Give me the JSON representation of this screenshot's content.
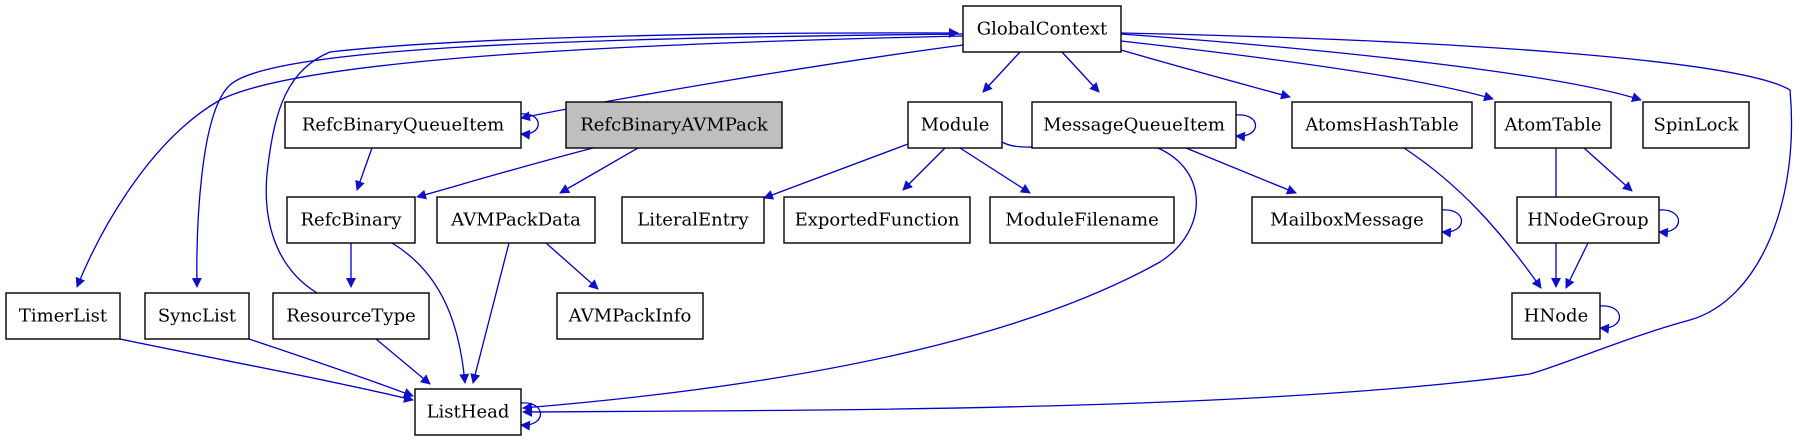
{
  "colors": {
    "edge": "#1010c8",
    "node_fill": "#ffffff",
    "highlight_fill": "#bfbfbf",
    "border": "#000000"
  },
  "nodes": {
    "global_context": "GlobalContext",
    "refc_binary_queue_item": "RefcBinaryQueueItem",
    "refc_binary_avm_pack": "RefcBinaryAVMPack",
    "module": "Module",
    "message_queue_item": "MessageQueueItem",
    "atoms_hash_table": "AtomsHashTable",
    "atom_table": "AtomTable",
    "spin_lock": "SpinLock",
    "refc_binary": "RefcBinary",
    "avm_pack_data": "AVMPackData",
    "literal_entry": "LiteralEntry",
    "exported_function": "ExportedFunction",
    "module_filename": "ModuleFilename",
    "mailbox_message": "MailboxMessage",
    "hnode_group": "HNodeGroup",
    "timer_list": "TimerList",
    "sync_list": "SyncList",
    "resource_type": "ResourceType",
    "avm_pack_info": "AVMPackInfo",
    "hnode": "HNode",
    "list_head": "ListHead"
  },
  "highlighted_node": "refc_binary_avm_pack",
  "edges": [
    [
      "global_context",
      "refc_binary_queue_item"
    ],
    [
      "global_context",
      "module"
    ],
    [
      "global_context",
      "message_queue_item"
    ],
    [
      "global_context",
      "atoms_hash_table"
    ],
    [
      "global_context",
      "atom_table"
    ],
    [
      "global_context",
      "spin_lock"
    ],
    [
      "global_context",
      "timer_list"
    ],
    [
      "global_context",
      "sync_list"
    ],
    [
      "global_context",
      "list_head"
    ],
    [
      "resource_type",
      "global_context"
    ],
    [
      "refc_binary_queue_item",
      "refc_binary_queue_item"
    ],
    [
      "refc_binary_queue_item",
      "refc_binary"
    ],
    [
      "refc_binary_avm_pack",
      "refc_binary"
    ],
    [
      "refc_binary_avm_pack",
      "avm_pack_data"
    ],
    [
      "module",
      "literal_entry"
    ],
    [
      "module",
      "exported_function"
    ],
    [
      "module",
      "module_filename"
    ],
    [
      "module",
      "list_head"
    ],
    [
      "message_queue_item",
      "message_queue_item"
    ],
    [
      "message_queue_item",
      "mailbox_message"
    ],
    [
      "mailbox_message",
      "mailbox_message"
    ],
    [
      "atoms_hash_table",
      "hnode"
    ],
    [
      "atom_table",
      "hnode"
    ],
    [
      "atom_table",
      "hnode_group"
    ],
    [
      "hnode_group",
      "hnode_group"
    ],
    [
      "hnode_group",
      "hnode"
    ],
    [
      "hnode",
      "hnode"
    ],
    [
      "refc_binary",
      "resource_type"
    ],
    [
      "refc_binary",
      "list_head"
    ],
    [
      "avm_pack_data",
      "avm_pack_info"
    ],
    [
      "avm_pack_data",
      "list_head"
    ],
    [
      "timer_list",
      "list_head"
    ],
    [
      "sync_list",
      "list_head"
    ],
    [
      "resource_type",
      "list_head"
    ],
    [
      "list_head",
      "list_head"
    ]
  ]
}
